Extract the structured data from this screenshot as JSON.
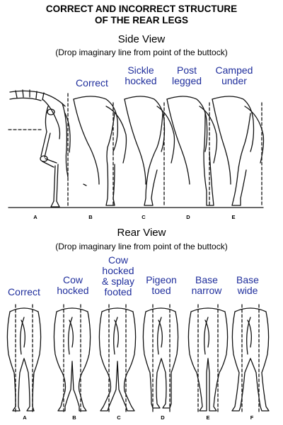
{
  "title_line1": "CORRECT AND INCORRECT STRUCTURE",
  "title_line2": "OF THE REAR LEGS",
  "side_view": {
    "heading": "Side View",
    "subheading": "(Drop imaginary line from point of the buttock)",
    "labels": [
      {
        "line1": "",
        "line2": ""
      },
      {
        "line1": "",
        "line2": "Correct"
      },
      {
        "line1": "Sickle",
        "line2": "hocked"
      },
      {
        "line1": "Post",
        "line2": "legged"
      },
      {
        "line1": "Camped",
        "line2": "under"
      }
    ],
    "letters": [
      "A",
      "B",
      "C",
      "D",
      "E"
    ]
  },
  "rear_view": {
    "heading": "Rear View",
    "subheading": "(Drop imaginary line from point of the buttock)",
    "labels": [
      {
        "line1": "",
        "line2": "",
        "line3": "Correct"
      },
      {
        "line1": "",
        "line2": "Cow",
        "line3": "hocked"
      },
      {
        "line1": "Cow",
        "line2": "hocked",
        "line3": "& splay",
        "line4": "footed"
      },
      {
        "line1": "",
        "line2": "Pigeon",
        "line3": "toed"
      },
      {
        "line1": "",
        "line2": "Base",
        "line3": "narrow"
      },
      {
        "line1": "",
        "line2": "Base",
        "line3": "wide"
      }
    ],
    "letters": [
      "A",
      "B",
      "C",
      "D",
      "E",
      "F"
    ]
  },
  "colors": {
    "label": "#1f2e9c",
    "ink": "#111111"
  }
}
